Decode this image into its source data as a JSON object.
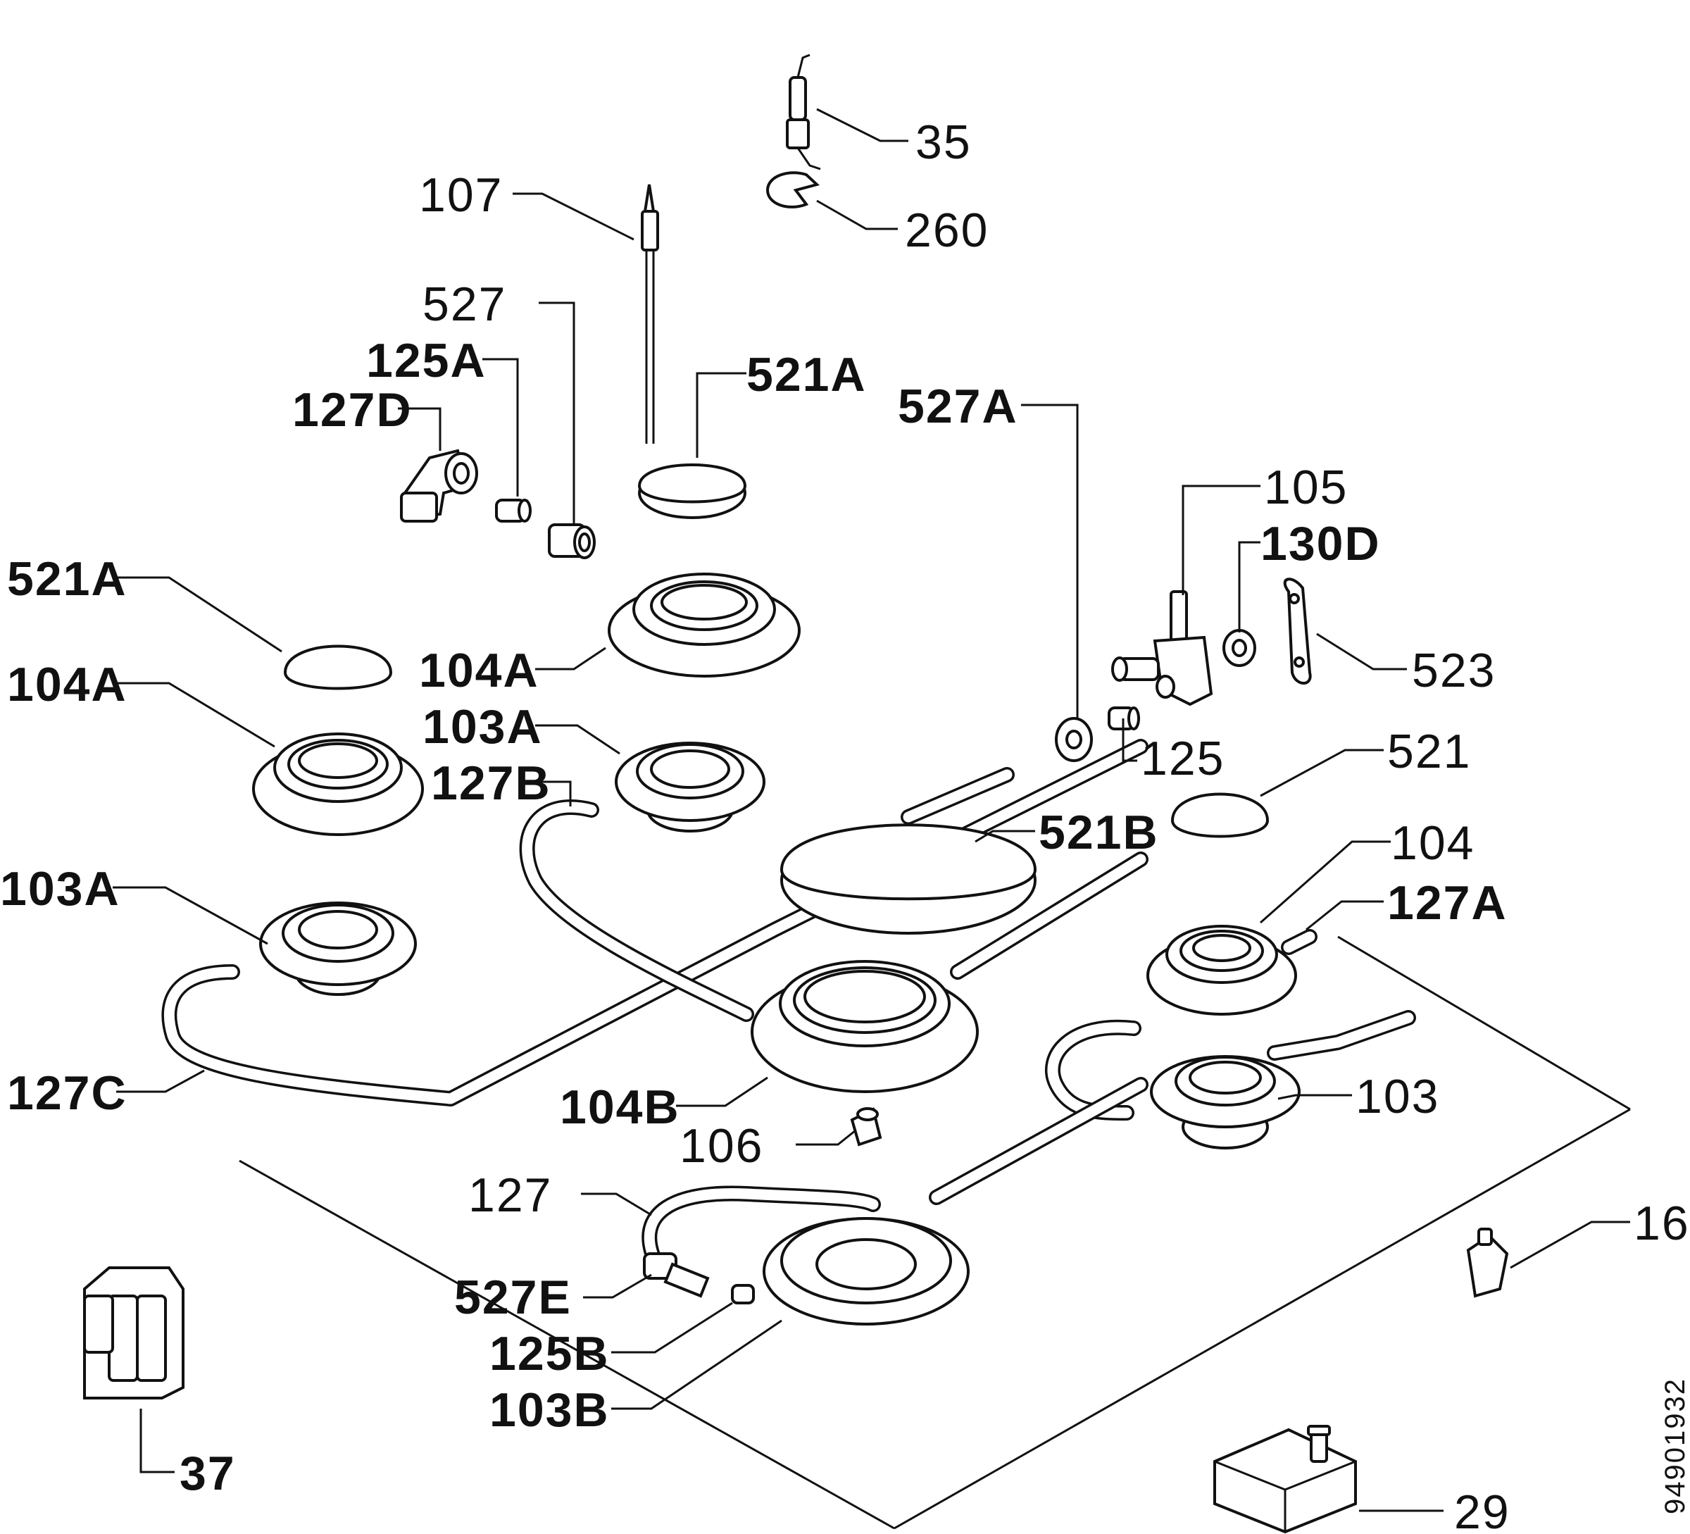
{
  "labels": {
    "p35": "35",
    "p260": "260",
    "p107": "107",
    "p527": "527",
    "p125A": "125A",
    "p127D": "127D",
    "p521A_top": "521A",
    "p527A": "527A",
    "p105": "105",
    "p130D": "130D",
    "p523": "523",
    "p521A_left": "521A",
    "p104A_left": "104A",
    "p104A_mid": "104A",
    "p103A_mid": "103A",
    "p127B": "127B",
    "p125": "125",
    "p521": "521",
    "p521B": "521B",
    "p104": "104",
    "p127A": "127A",
    "p103A_left": "103A",
    "p127C": "127C",
    "p104B": "104B",
    "p103": "103",
    "p106": "106",
    "p127": "127",
    "p527E": "527E",
    "p125B": "125B",
    "p103B": "103B",
    "p16": "16",
    "p37": "37",
    "p29": "29",
    "drawing_number": "94901932"
  }
}
